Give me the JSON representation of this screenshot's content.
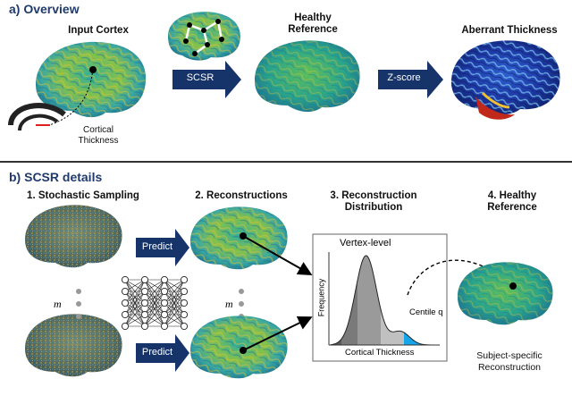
{
  "overview": {
    "title": "a) Overview",
    "input_cortex": "Input Cortex",
    "healthy_reference": [
      "Healthy",
      "Reference"
    ],
    "aberrant_thickness": "Aberrant Thickness",
    "scsr_arrow": "SCSR",
    "zscore_arrow": "Z-score",
    "cortical_thickness": [
      "Cortical",
      "Thickness"
    ]
  },
  "details": {
    "title": "b) SCSR details",
    "step1": "1. Stochastic Sampling",
    "step2": "2. Reconstructions",
    "step3": [
      "3. Reconstruction",
      "Distribution"
    ],
    "step4": [
      "4. Healthy",
      "Reference"
    ],
    "predict_top": "Predict",
    "predict_bottom": "Predict",
    "m_label_left": "m",
    "m_label_right": "m",
    "plot_title": "Vertex-level",
    "plot_ylabel": "Frequency",
    "plot_xlabel": "Cortical Thickness",
    "centile_label": "Centile q",
    "subject_specific": [
      "Subject-specific",
      "Reconstruction"
    ]
  },
  "colors": {
    "section_title": "#1f3a6b",
    "arrow_navy": "#17346a",
    "divider": "#333333",
    "centile_blue": "#13a6e8"
  }
}
